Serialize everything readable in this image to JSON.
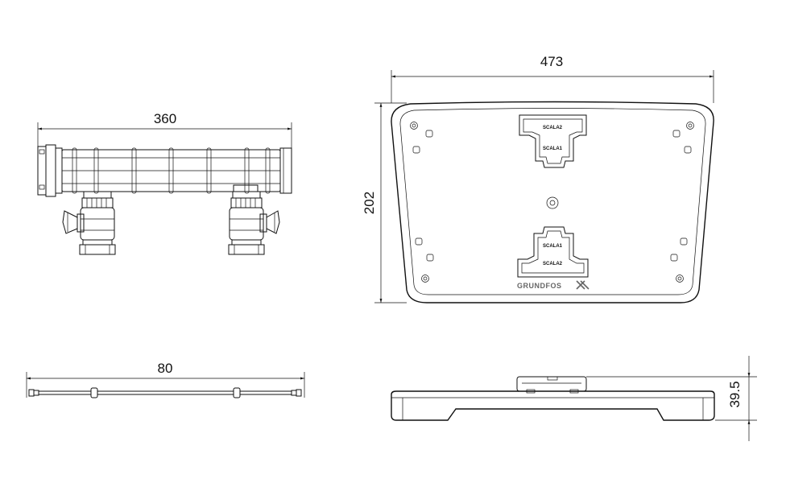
{
  "dimensions": {
    "manifold_width": "360",
    "side_width": "80",
    "plate_width": "473",
    "plate_height": "202",
    "plate_thickness": "39.5"
  },
  "plate_labels": {
    "top_scala2": "SCALA2",
    "top_scala1": "SCALA1",
    "bottom_scala1": "SCALA1",
    "bottom_scala2": "SCALA2"
  },
  "brand": {
    "logo_text": "GRUNDFOS"
  }
}
